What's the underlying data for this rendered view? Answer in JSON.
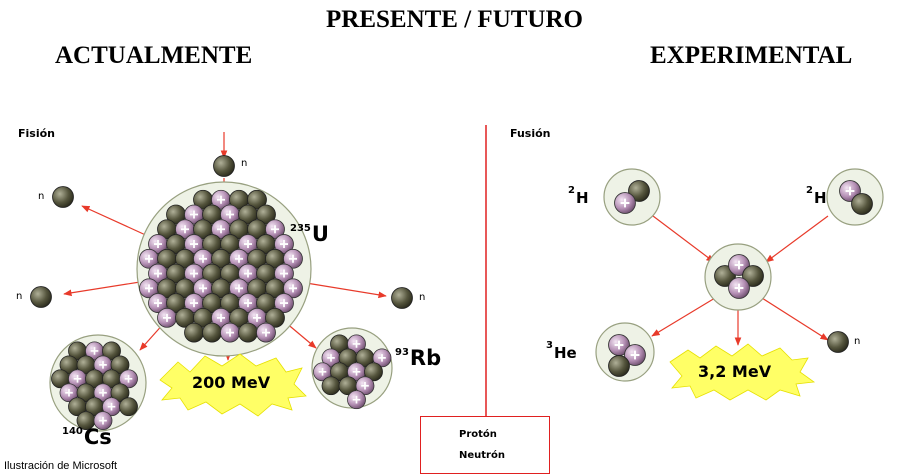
{
  "header": {
    "title": "PRESENTE / FUTURO",
    "left": "ACTUALMENTE",
    "right": "EXPERIMENTAL"
  },
  "fission": {
    "label": "Fisión",
    "parent": {
      "mass": "235",
      "symbol": "U"
    },
    "products": [
      {
        "mass": "140",
        "symbol": "Cs"
      },
      {
        "mass": "93",
        "symbol": "Rb"
      }
    ],
    "energy": "200 MeV",
    "neutron_label": "n"
  },
  "fusion": {
    "label": "Fusión",
    "reactants": [
      {
        "mass": "2",
        "symbol": "H"
      },
      {
        "mass": "2",
        "symbol": "H"
      }
    ],
    "product": {
      "mass": "3",
      "symbol": "He"
    },
    "energy": "3,2 MeV",
    "neutron_label": "n"
  },
  "legend": {
    "proton": "Protón",
    "neutron": "Neutrón"
  },
  "credit": "Ilustración de Microsoft",
  "colors": {
    "arrow": "#e83a2a",
    "proton": "#c9a5c9",
    "neutron": "#55553d",
    "burst": "#ffff66",
    "divider": "#e02020"
  }
}
